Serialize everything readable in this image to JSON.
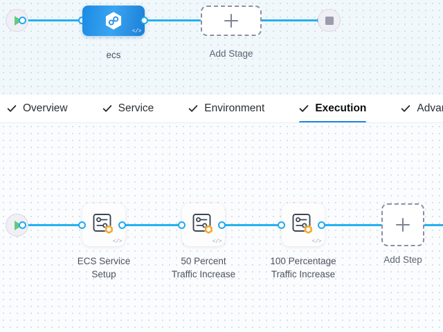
{
  "stage_canvas": {
    "start_node": {
      "icon": "play-icon"
    },
    "end_node": {
      "icon": "stop-icon"
    },
    "stage": {
      "label": "ecs",
      "icon": "ecs-hexagon-icon",
      "code_badge": "</>"
    },
    "add_stage": {
      "label": "Add Stage",
      "icon": "plus-icon"
    }
  },
  "tabs": [
    {
      "label": "Overview",
      "icon": "check-icon",
      "active": false
    },
    {
      "label": "Service",
      "icon": "check-icon",
      "active": false
    },
    {
      "label": "Environment",
      "icon": "check-icon",
      "active": false
    },
    {
      "label": "Execution",
      "icon": "check-icon",
      "active": true
    },
    {
      "label": "Advanced",
      "icon": "check-icon",
      "active": false
    }
  ],
  "step_canvas": {
    "start_node": {
      "icon": "play-icon"
    },
    "steps": [
      {
        "label_line1": "ECS Service",
        "label_line2": "Setup",
        "icon": "settings-sliders-icon",
        "badge": "orange-hexagon-icon",
        "code_badge": "</>"
      },
      {
        "label_line1": "50 Percent",
        "label_line2": "Traffic Increase",
        "icon": "settings-sliders-icon",
        "badge": "orange-hexagon-icon",
        "code_badge": "</>"
      },
      {
        "label_line1": "100 Percentage",
        "label_line2": "Traffic Increase",
        "icon": "settings-sliders-icon",
        "badge": "orange-hexagon-icon",
        "code_badge": "</>"
      }
    ],
    "add_step": {
      "label": "Add Step",
      "icon": "plus-icon"
    }
  },
  "colors": {
    "edge": "#22b1f0",
    "port_ring": "#1ea9ef",
    "active_tab_underline": "#1d86e8",
    "stage_node": "#1c8ae5",
    "step_badge": "#f5a623",
    "play": "#62cb7b",
    "stop": "#9b9bab",
    "stage_canvas_bg": "#f1f8fb",
    "step_canvas_bg": "#fbfcfd"
  }
}
